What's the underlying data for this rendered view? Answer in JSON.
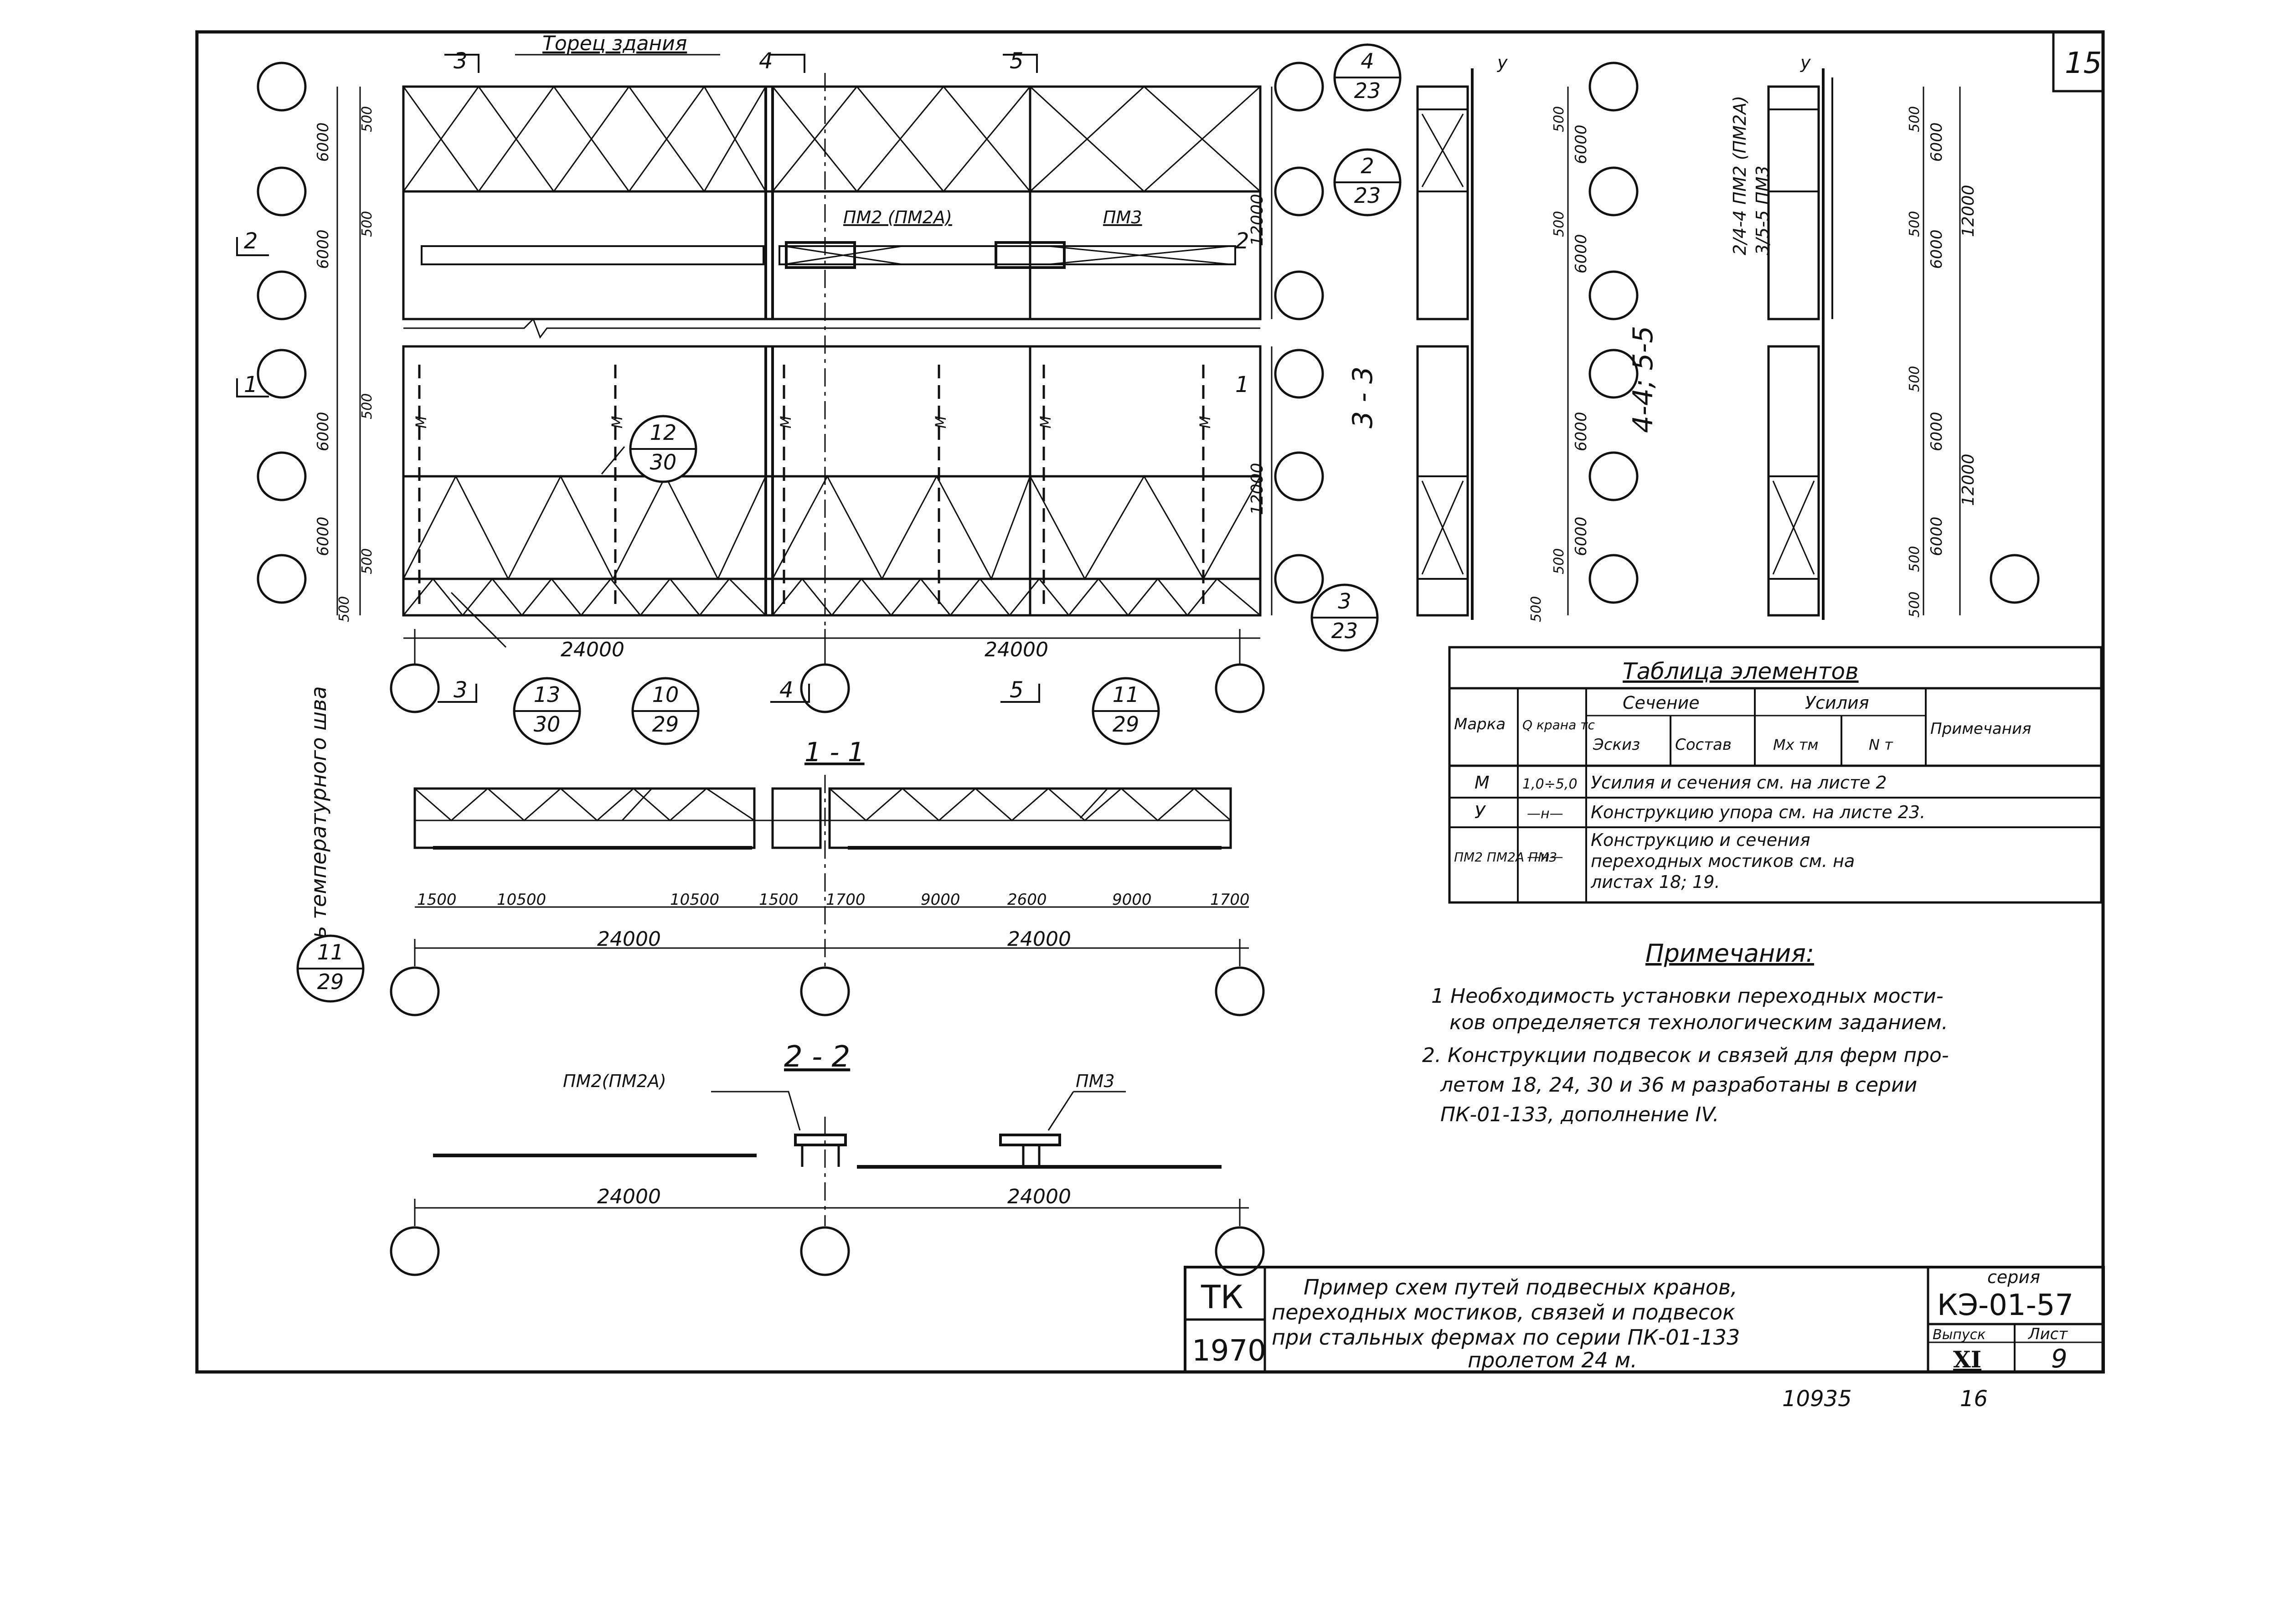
{
  "sheet_corner_number": "15",
  "plan": {
    "torets_label": "Торец здания",
    "section_marks_top": [
      "3",
      "4",
      "5"
    ],
    "section_marks_bottom": [
      "3",
      "4",
      "5"
    ],
    "cut_marks": [
      "2",
      "2",
      "1",
      "1"
    ],
    "side_label_3_3": "3 - 3",
    "side_label_4_4": "4-4; 5-5",
    "axis_label": "Ось температурного шва",
    "left_dims": [
      "6000",
      "6000",
      "6000",
      "6000",
      "500",
      "500",
      "500",
      "500",
      "500"
    ],
    "right_dims": [
      "12000",
      "12000"
    ],
    "span_dims": [
      "24000",
      "24000"
    ],
    "pm_labels": [
      "ПМ2 (ПМ2А)",
      "ПМ3"
    ],
    "m_marks": [
      "M",
      "M",
      "M",
      "M",
      "M",
      "M"
    ],
    "callouts": [
      {
        "top": "12",
        "bottom": "30"
      },
      {
        "top": "13",
        "bottom": "30"
      },
      {
        "top": "10",
        "bottom": "29"
      },
      {
        "top": "11",
        "bottom": "29"
      },
      {
        "top": "11",
        "bottom": "29"
      },
      {
        "top": "4",
        "bottom": "23"
      },
      {
        "top": "2",
        "bottom": "23"
      },
      {
        "top": "3",
        "bottom": "23"
      }
    ]
  },
  "section_1_1": {
    "title": "1 - 1",
    "dims": [
      "1500",
      "10500",
      "10500",
      "1500",
      "1700",
      "9000",
      "2600",
      "9000",
      "1700"
    ],
    "totals": [
      "24000",
      "24000"
    ]
  },
  "section_2_2": {
    "title": "2 - 2",
    "labels": [
      "ПМ2(ПМ2А)",
      "ПМ3"
    ],
    "totals": [
      "24000",
      "24000"
    ]
  },
  "side_views": {
    "dims_a": [
      "500",
      "6000",
      "500",
      "6000",
      "6000",
      "6000",
      "500",
      "500"
    ],
    "dims_b": [
      "500",
      "6000",
      "12000",
      "500",
      "6000",
      "500",
      "6000",
      "12000",
      "6000",
      "500",
      "500"
    ],
    "vertical_note_1": "2/4-4 ПМ2 (ПМ2А)",
    "vertical_note_2": "3/5-5 ПМ3",
    "u_marks": [
      "у",
      "у"
    ]
  },
  "table": {
    "title": "Таблица элементов",
    "headers": {
      "marka": "Марка",
      "q": "Q крана тс",
      "sechenie": "Сечение",
      "eskiz": "Эскиз",
      "sostav": "Состав",
      "usiliya": "Усилия",
      "mx": "Mx тм",
      "n": "N т",
      "primechaniya": "Примечания"
    },
    "rows": [
      {
        "marka": "M",
        "q": "1,0÷5,0",
        "text": "Усилия и сечения см. на листе 2"
      },
      {
        "marka": "У",
        "q": "—н—",
        "text": "Конструкцию упора см. на листе 23."
      },
      {
        "marka": "ПМ2 ПМ2А ПМ3",
        "q": "—н—",
        "text": "Конструкцию и сечения переходных мостиков см. на листах 18; 19."
      }
    ]
  },
  "notes": {
    "title": "Примечания:",
    "lines": [
      "1 Необходимость установки переходных мости-",
      "ков определяется технологическим заданием.",
      "2. Конструкции подвесок и связей для ферм про-",
      "летом 18, 24, 30 и 36 м разработаны в серии",
      "ПК-01-133, дополнение IV."
    ]
  },
  "title_block": {
    "tk": "ТК",
    "year": "1970",
    "title_lines": [
      "Пример схем путей подвесных кранов,",
      "переходных мостиков, связей и подвесок",
      "при стальных фермах по серии ПК-01-133",
      "пролетом 24 м."
    ],
    "seriya_label": "серия",
    "seriya": "КЭ-01-57",
    "vypusk_label": "Выпуск",
    "vypusk": "XI",
    "list_label": "Лист",
    "list": "9"
  },
  "footer_numbers": [
    "10935",
    "16"
  ]
}
